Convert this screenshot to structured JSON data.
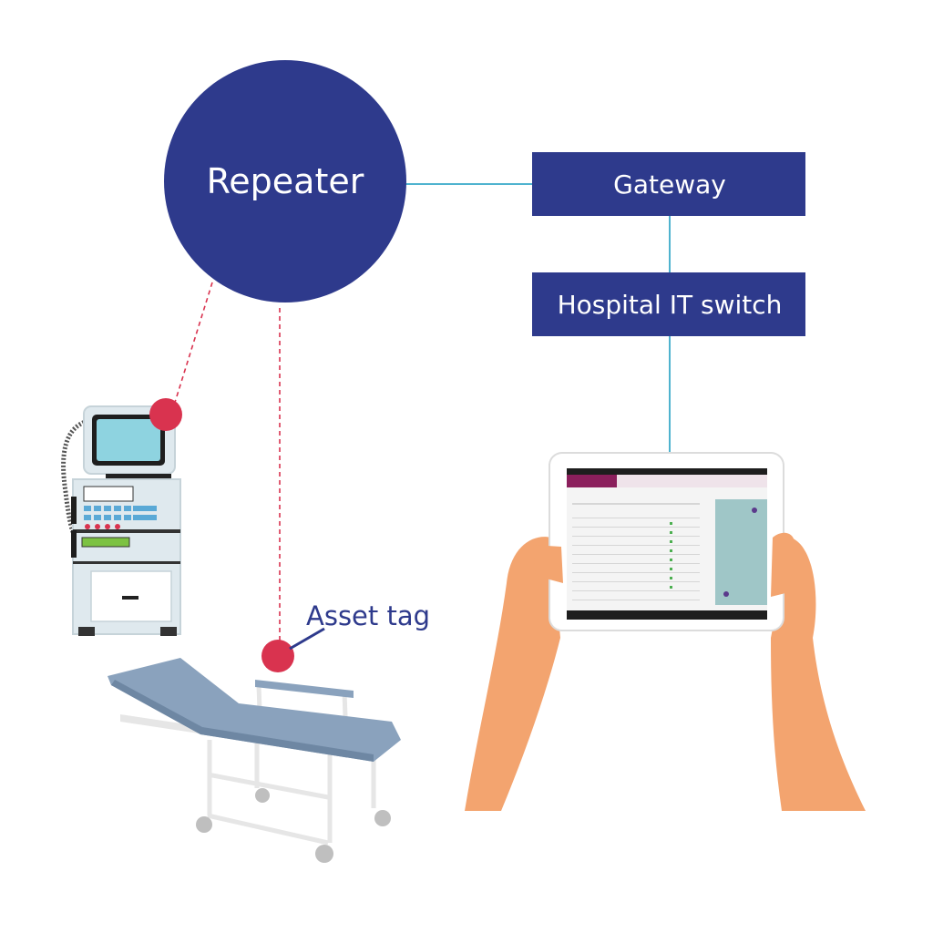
{
  "nodes": {
    "repeater": "Repeater",
    "gateway": "Gateway",
    "switch": "Hospital IT switch",
    "asset_tag": "Asset tag"
  },
  "colors": {
    "navy": "#2e3a8c",
    "link_line": "#4fb3cf",
    "radio_link": "#d9334f",
    "tag_dot": "#d9334f",
    "skin": "#f3a46f",
    "stretcher_pad": "#8aa2bd",
    "monitor_screen": "#8ed3e0",
    "tablet_accent": "#8b1f5c"
  },
  "icons": {
    "equipment": "medical-monitor-icon",
    "stretcher": "stretcher-icon",
    "tablet": "tablet-icon",
    "hands": "hands-icon"
  }
}
